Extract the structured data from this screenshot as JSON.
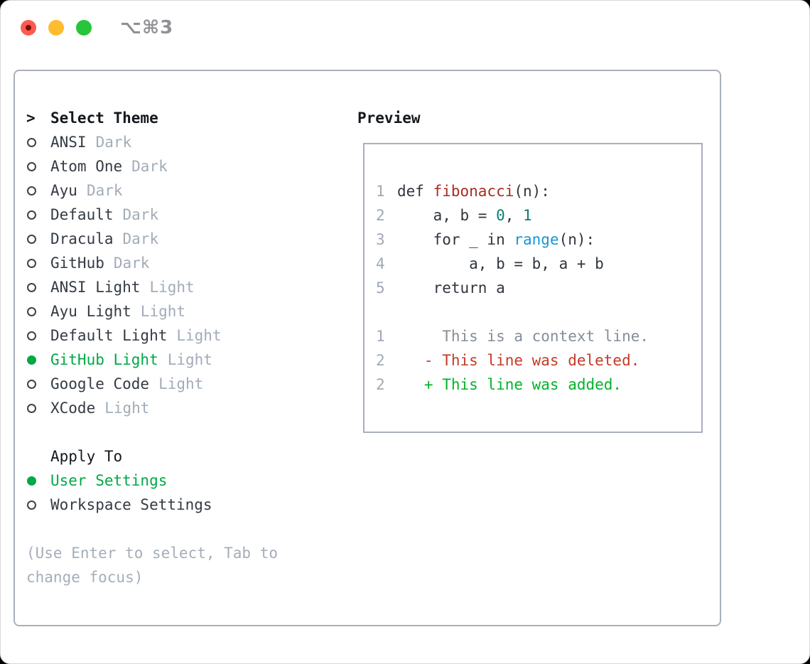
{
  "window": {
    "title": "⌥⌘3",
    "traffic_lights": [
      "close",
      "minimize",
      "zoom"
    ]
  },
  "colors": {
    "selected_green": "#00a945",
    "added_green": "#00b32a",
    "deleted_red": "#c33b26",
    "function_red": "#aa2a20",
    "builtin_blue": "#1497d5",
    "number_teal": "#0c7d72",
    "muted_gray": "#a2acb8",
    "border_gray": "#a9b0ba",
    "traffic_red": "#fd5b51",
    "traffic_yellow": "#febc2e",
    "traffic_green": "#27c53b"
  },
  "theme_list": {
    "header_prefix": ">",
    "header": "Select Theme",
    "items": [
      {
        "name": "ANSI",
        "variant": "Dark",
        "selected": false
      },
      {
        "name": "Atom One",
        "variant": "Dark",
        "selected": false
      },
      {
        "name": "Ayu",
        "variant": "Dark",
        "selected": false
      },
      {
        "name": "Default",
        "variant": "Dark",
        "selected": false
      },
      {
        "name": "Dracula",
        "variant": "Dark",
        "selected": false
      },
      {
        "name": "GitHub",
        "variant": "Dark",
        "selected": false
      },
      {
        "name": "ANSI Light",
        "variant": "Light",
        "selected": false
      },
      {
        "name": "Ayu Light",
        "variant": "Light",
        "selected": false
      },
      {
        "name": "Default Light",
        "variant": "Light",
        "selected": false
      },
      {
        "name": "GitHub Light",
        "variant": "Light",
        "selected": true
      },
      {
        "name": "Google Code",
        "variant": "Light",
        "selected": false
      },
      {
        "name": "XCode",
        "variant": "Light",
        "selected": false
      }
    ]
  },
  "apply_to": {
    "header": "Apply To",
    "items": [
      {
        "name": "User Settings",
        "selected": true
      },
      {
        "name": "Workspace Settings",
        "selected": false
      }
    ]
  },
  "hint": {
    "line1": "(Use Enter to select, Tab to",
    "line2": "change focus)"
  },
  "preview": {
    "title": "Preview",
    "code_lines": [
      {
        "num": "1",
        "tokens": [
          {
            "t": "def ",
            "c": "plain"
          },
          {
            "t": "fibonacci",
            "c": "func"
          },
          {
            "t": "(n):",
            "c": "plain"
          }
        ]
      },
      {
        "num": "2",
        "tokens": [
          {
            "t": "    a, b = ",
            "c": "plain"
          },
          {
            "t": "0",
            "c": "num"
          },
          {
            "t": ", ",
            "c": "plain"
          },
          {
            "t": "1",
            "c": "num"
          }
        ]
      },
      {
        "num": "3",
        "tokens": [
          {
            "t": "    for _ in ",
            "c": "plain"
          },
          {
            "t": "range",
            "c": "blt"
          },
          {
            "t": "(n):",
            "c": "plain"
          }
        ]
      },
      {
        "num": "4",
        "tokens": [
          {
            "t": "        a, b = b, a + b",
            "c": "plain"
          }
        ]
      },
      {
        "num": "5",
        "tokens": [
          {
            "t": "    return a",
            "c": "plain"
          }
        ]
      },
      {
        "num": "",
        "tokens": [
          {
            "t": "",
            "c": "plain"
          }
        ]
      },
      {
        "num": "1",
        "tokens": [
          {
            "t": "     This is a context line.",
            "c": "ctx"
          }
        ]
      },
      {
        "num": "2",
        "tokens": [
          {
            "t": "   - This line was deleted.",
            "c": "del"
          }
        ]
      },
      {
        "num": "2",
        "tokens": [
          {
            "t": "   + This line was added.",
            "c": "add"
          }
        ]
      }
    ]
  }
}
